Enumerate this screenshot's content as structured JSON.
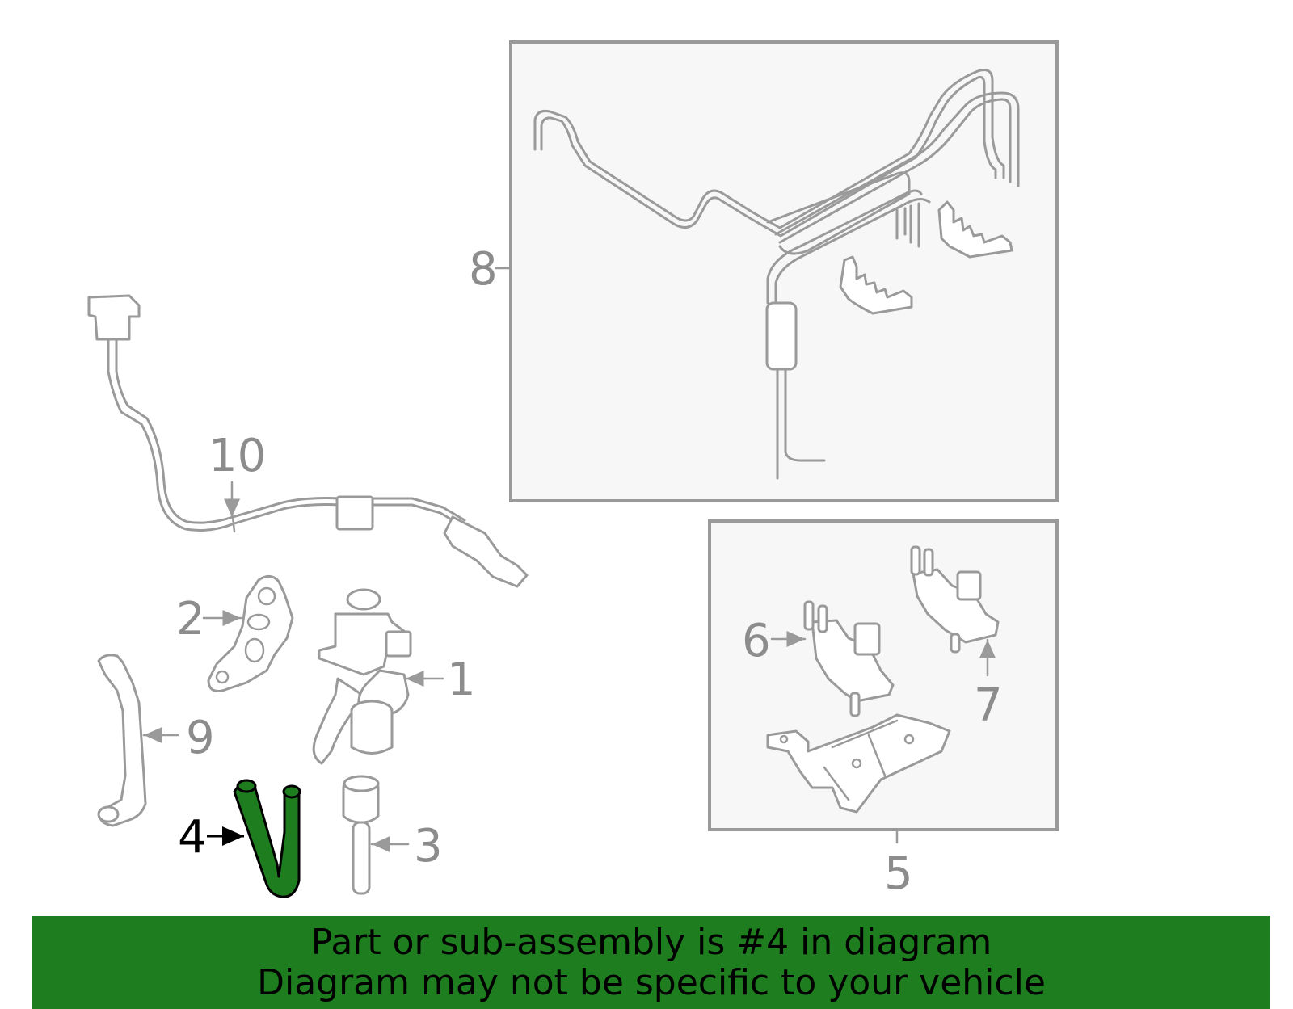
{
  "callouts": {
    "c1": "1",
    "c2": "2",
    "c3": "3",
    "c4": "4",
    "c5": "5",
    "c6": "6",
    "c7": "7",
    "c8": "8",
    "c9": "9",
    "c10": "10"
  },
  "highlight_color": "#1e7d1e",
  "banner": {
    "line1": "Part or sub-assembly is #4 in diagram",
    "line2": "Diagram may not be specific to your vehicle"
  }
}
